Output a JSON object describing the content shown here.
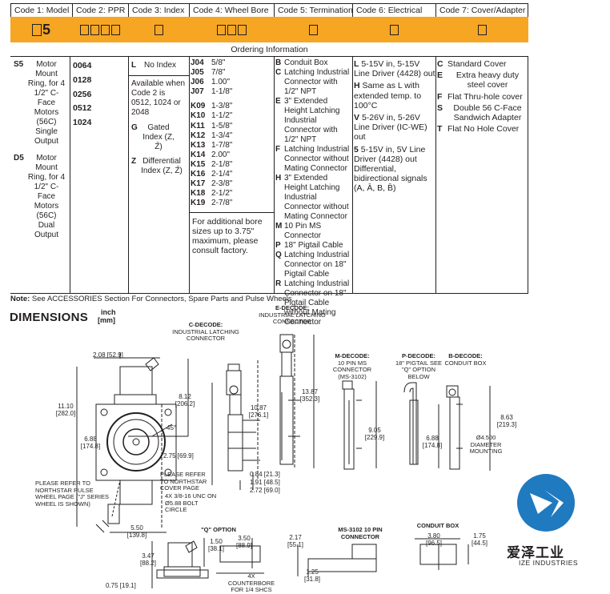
{
  "headers": [
    "Code 1: Model",
    "Code 2: PPR",
    "Code 3: Index",
    "Code 4: Wheel Bore",
    "Code 5: Termination",
    "Code 6: Electrical",
    "Code 7: Cover/Adapter"
  ],
  "model_code": "5",
  "ordering_info": "Ordering Information",
  "models": [
    {
      "code": "S5",
      "text": "Motor Mount Ring, for 4 1/2\" C-Face Motors (56C) Single Output"
    },
    {
      "code": "D5",
      "text": "Motor Mount Ring, for 4 1/2\" C-Face Motors (56C) Dual Output"
    }
  ],
  "ppr": [
    "0064",
    "0128",
    "0256",
    "0512",
    "1024"
  ],
  "index": {
    "l_code": "L",
    "l_text": "No Index",
    "avail_note": "Available when Code 2 is 0512, 1024 or 2048",
    "g_code": "G",
    "g_text": "Gated Index (Z, Z̄)",
    "z_code": "Z",
    "z_text": "Differential Index (Z, Z̄)"
  },
  "bores": [
    {
      "code": "J04",
      "size": "5/8\""
    },
    {
      "code": "J05",
      "size": "7/8\""
    },
    {
      "code": "J06",
      "size": "1.00\""
    },
    {
      "code": "J07",
      "size": "1-1/8\""
    },
    {
      "code": "K09",
      "size": "1-3/8\""
    },
    {
      "code": "K10",
      "size": "1-1/2\""
    },
    {
      "code": "K11",
      "size": "1-5/8\""
    },
    {
      "code": "K12",
      "size": "1-3/4\""
    },
    {
      "code": "K13",
      "size": "1-7/8\""
    },
    {
      "code": "K14",
      "size": "2.00\""
    },
    {
      "code": "K15",
      "size": "2-1/8\""
    },
    {
      "code": "K16",
      "size": "2-1/4\""
    },
    {
      "code": "K17",
      "size": "2-3/8\""
    },
    {
      "code": "K18",
      "size": "2-1/2\""
    },
    {
      "code": "K19",
      "size": "2-7/8\""
    }
  ],
  "bore_note": "For additional bore sizes up to 3.75\" maximum, please consult factory.",
  "terminations": [
    {
      "code": "B",
      "text": "Conduit Box"
    },
    {
      "code": "C",
      "text": "Latching Industrial Connector with 1/2\" NPT"
    },
    {
      "code": "E",
      "text": "3\" Extended Height Latching Industrial Connector with 1/2\" NPT"
    },
    {
      "code": "F",
      "text": "Latching Industrial Connector without Mating Connector"
    },
    {
      "code": "H",
      "text": "3\" Extended Height Latching Industrial Connector without Mating Connector"
    },
    {
      "code": "M",
      "text": "10 Pin MS Connector"
    },
    {
      "code": "P",
      "text": "18\" Pigtail Cable"
    },
    {
      "code": "Q",
      "text": "Latching Industrial Connector on 18\" Pigtail Cable"
    },
    {
      "code": "R",
      "text": "Latching Industrial Connector on 18\" Pigtail Cable without Mating Connector"
    }
  ],
  "electrical": [
    {
      "code": "L",
      "text": "5-15V in, 5-15V Line Driver (4428) out"
    },
    {
      "code": "H",
      "text": "Same as L with extended temp. to 100°C"
    },
    {
      "code": "V",
      "text": "5-26V in, 5-26V Line Driver (IC-WE) out"
    },
    {
      "code": "5",
      "text": "5-15V in, 5V Line Driver (4428) out Differential, bidirectional signals (A, Ā, B, B̄)"
    }
  ],
  "covers": [
    {
      "code": "C",
      "text": "Standard Cover"
    },
    {
      "code": "E",
      "text": "Extra heavy duty steel cover"
    },
    {
      "code": "F",
      "text": "Flat Thru-hole cover"
    },
    {
      "code": "S",
      "text": "Double 56 C-Face Sandwich Adapter"
    },
    {
      "code": "T",
      "text": "Flat No Hole Cover"
    }
  ],
  "note_label": "Note:",
  "note_text": "See ACCESSORIES Section For Connectors, Spare Parts and Pulse Wheels",
  "dimensions_title": "DIMENSIONS",
  "units_inch": "inch",
  "units_mm": "[mm]",
  "labels": {
    "c_decode": "C-DECODE:",
    "c_decode_sub": "INDUSTRIAL LATCHING CONNECTOR",
    "e_decode": "E-DECODE:",
    "e_decode_sub": "INDUSTRIAL LATCHING CONNECTOR",
    "m_decode": "M-DECODE:",
    "m_decode_sub": "10 PIN MS CONNECTOR (MS-3102)",
    "p_decode": "P-DECODE:",
    "p_decode_sub": "18\" PIGTAIL SEE \"Q\" OPTION BELOW",
    "b_decode": "B-DECODE:",
    "b_decode_sub": "CONDUIT BOX",
    "pulse_note": "PLEASE REFER TO NORTHSTAR PULSE WHEEL PAGE (\"J\" SERIES WHEEL IS SHOWN)",
    "cover_note": "PLEASE REFER TO NORTHSTAR COVER PAGE",
    "bolt_note": "4X 3/8-16 UNC ON Ø5.88 BOLT CIRCLE",
    "diameter_note": "Ø4.500 DIAMETER MOUNTING",
    "q_option": "\"Q\" OPTION",
    "counterbore": "4X COUNTERBORE FOR 1/4 SHCS",
    "ms_connector": "MS-3102 10 PIN CONNECTOR",
    "conduit_box": "CONDUIT BOX"
  },
  "dims": {
    "d_2_08": "2.08 [52.9]",
    "d_11_10": "11.10 [282.0]",
    "d_8_12": "8.12 [206.2]",
    "d_6_88": "6.88 [174.8]",
    "d_45": "45°",
    "d_2_75": "2.75 [69.9]",
    "d_10_87": "10.87 [276.1]",
    "d_13_87": "13.87 [352.3]",
    "d_0_84": "0.84 [21.3]",
    "d_1_91": "1.91 [48.5]",
    "d_2_72": "2.72 [69.0]",
    "d_9_05": "9.05 [229.9]",
    "d_6_88b": "6.88 [174.8]",
    "d_8_63": "8.63 [219.3]",
    "d_5_50": "5.50 [139.8]",
    "d_3_47": "3.47 [88.2]",
    "d_0_75": "0.75 [19.1]",
    "d_1_50": "1.50 [38.1]",
    "d_3_50": "3.50 [88.9]",
    "d_2_17": "2.17 [55.1]",
    "d_1_25": "1.25 [31.8]",
    "d_3_80": "3.80 [96.5]",
    "d_1_75": "1.75 [44.5]"
  },
  "logo": {
    "name": "爱泽工业",
    "sub": "IZE INDUSTRIES",
    "color": "#1f7ac0"
  }
}
